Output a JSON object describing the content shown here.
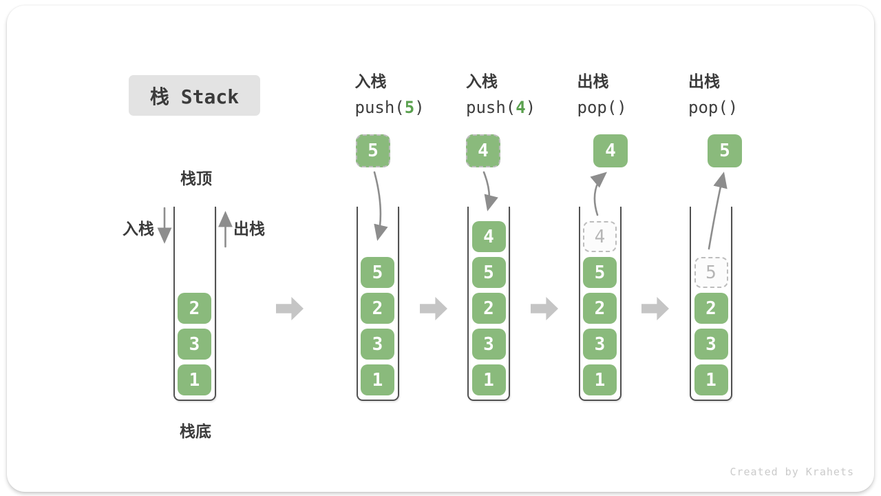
{
  "title": {
    "label": "栈 Stack"
  },
  "labels": {
    "stack_top": "栈顶",
    "stack_bottom": "栈底",
    "push_side": "入栈",
    "pop_side": "出栈"
  },
  "watermark": "Created by Krahets",
  "colors": {
    "cell_green": "#8aba7c",
    "header_num_green": "#5aa04e",
    "dark_text": "#3b3b3b",
    "flow_arrow_gray": "#8d8d8d",
    "block_arrow_gray": "#c5c5c5",
    "ghost_border_gray": "#bdbdbd",
    "ghost_text_gray": "#b5b5b5",
    "chip_bg": "#e3e3e3",
    "watermark_gray": "#cbcbcb"
  },
  "columns": [
    {
      "name": "initial",
      "header": null,
      "floating": null,
      "cells": [
        {
          "value": "2"
        },
        {
          "value": "3"
        },
        {
          "value": "1"
        }
      ]
    },
    {
      "name": "push-5",
      "header": {
        "line1": "入栈",
        "op": "push(",
        "num": "5",
        "close": ")"
      },
      "floating": {
        "value": "5",
        "variant": "ghost"
      },
      "cells": [
        {
          "value": "5"
        },
        {
          "value": "2"
        },
        {
          "value": "3"
        },
        {
          "value": "1"
        }
      ]
    },
    {
      "name": "push-4",
      "header": {
        "line1": "入栈",
        "op": "push(",
        "num": "4",
        "close": ")"
      },
      "floating": {
        "value": "4",
        "variant": "ghost"
      },
      "cells": [
        {
          "value": "4"
        },
        {
          "value": "5"
        },
        {
          "value": "2"
        },
        {
          "value": "3"
        },
        {
          "value": "1"
        }
      ]
    },
    {
      "name": "pop-4",
      "header": {
        "line1": "出栈",
        "op": "pop()",
        "num": "",
        "close": ""
      },
      "floating": {
        "value": "4",
        "variant": "solid"
      },
      "cells": [
        {
          "value": "4",
          "ghost": true
        },
        {
          "value": "5"
        },
        {
          "value": "2"
        },
        {
          "value": "3"
        },
        {
          "value": "1"
        }
      ]
    },
    {
      "name": "pop-5",
      "header": {
        "line1": "出栈",
        "op": "pop()",
        "num": "",
        "close": ""
      },
      "floating": {
        "value": "5",
        "variant": "solid"
      },
      "cells": [
        {
          "value": "5",
          "ghost": true
        },
        {
          "value": "2"
        },
        {
          "value": "3"
        },
        {
          "value": "1"
        }
      ]
    }
  ]
}
